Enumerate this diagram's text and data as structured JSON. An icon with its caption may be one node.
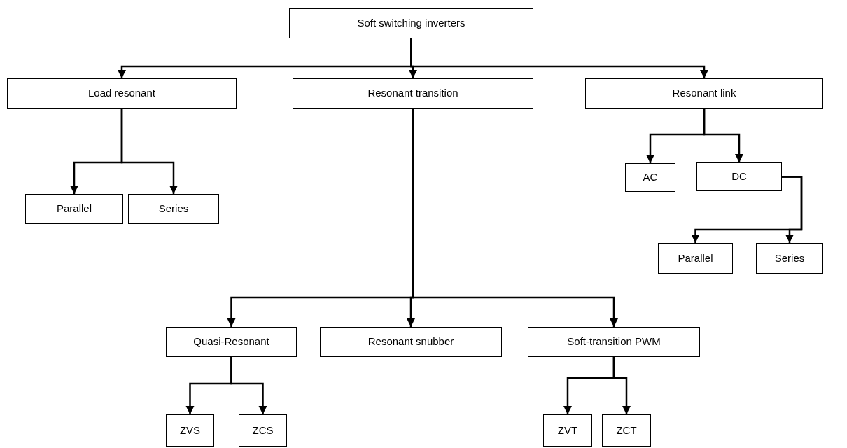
{
  "diagram": {
    "nodes": [
      {
        "text": [
          "Soft switching inverters"
        ]
      },
      {
        "text": [
          "Load resonant"
        ]
      },
      {
        "text": [
          "Resonant transition"
        ]
      },
      {
        "text": [
          "Resonant link"
        ]
      },
      {
        "text": [
          "Parallel"
        ]
      },
      {
        "text": [
          "Series"
        ]
      },
      {
        "text": [
          "AC"
        ]
      },
      {
        "text": [
          "DC"
        ]
      },
      {
        "text": [
          "Parallel"
        ]
      },
      {
        "text": [
          "Series"
        ]
      },
      {
        "text": [
          "Quasi-Resonant"
        ]
      },
      {
        "text": [
          "Resonant snubber"
        ]
      },
      {
        "text": [
          "Soft-transition PWM"
        ]
      },
      {
        "text": [
          "ZVS"
        ]
      },
      {
        "text": [
          "ZCS"
        ]
      },
      {
        "text": [
          "ZVT"
        ]
      },
      {
        "text": [
          "ZCT"
        ]
      }
    ],
    "edges": [
      {
        "from": 0,
        "to": 1,
        "arrow": "to"
      },
      {
        "from": 0,
        "to": 2,
        "arrow": "to"
      },
      {
        "from": 0,
        "to": 3,
        "arrow": "to"
      },
      {
        "from": 1,
        "to": 4,
        "arrow": "to"
      },
      {
        "from": 1,
        "to": 5,
        "arrow": "to"
      },
      {
        "from": 3,
        "to": 6,
        "arrow": "to"
      },
      {
        "from": 3,
        "to": 7,
        "arrow": "to"
      },
      {
        "from": 7,
        "to": 8,
        "arrow": "to"
      },
      {
        "from": 7,
        "to": 9,
        "arrow": "to"
      },
      {
        "from": 2,
        "to": 10,
        "arrow": "to"
      },
      {
        "from": 2,
        "to": 11,
        "arrow": "to"
      },
      {
        "from": 2,
        "to": 12,
        "arrow": "to"
      },
      {
        "from": 10,
        "to": 13,
        "arrow": "to"
      },
      {
        "from": 10,
        "to": 14,
        "arrow": "to"
      },
      {
        "from": 12,
        "to": 15,
        "arrow": "to"
      },
      {
        "from": 12,
        "to": 16,
        "arrow": "to"
      }
    ]
  }
}
